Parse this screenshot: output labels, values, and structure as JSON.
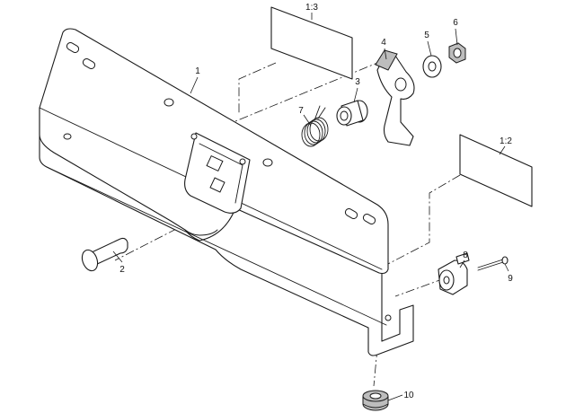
{
  "callouts": {
    "part_1": "1",
    "part_2": "2",
    "part_3": "3",
    "part_4": "4",
    "part_5": "5",
    "part_6": "6",
    "part_7": "7",
    "part_8": "8",
    "part_9": "9",
    "part_10": "10",
    "decal_upper": "1:3",
    "decal_lower": "1:2"
  }
}
